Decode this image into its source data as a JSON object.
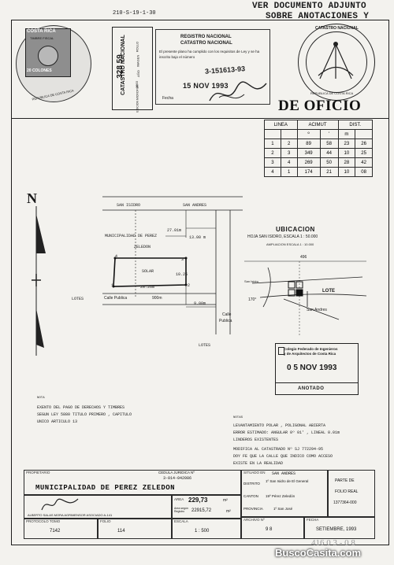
{
  "header": {
    "right_line1": "VER DOCUMENTO ADJUNTO",
    "right_line2": "SOBRE ANOTACIONES Y",
    "file_code": "210-S-19-1-30"
  },
  "stamp_left": {
    "brand": "COSTA RICA",
    "fiscal": "TIMBRE FISCAL",
    "value": "20 COLONES",
    "ring": "REPUBLICA DE COSTA RICA"
  },
  "catastro_box": {
    "title": "CATASTRO NACIONAL",
    "number": "328  59",
    "lines": [
      "ROLLO",
      "IMAGEN",
      "AÑO",
      "1993"
    ],
    "foot": "EDICION MICROFILM"
  },
  "registro_stamp": {
    "line1": "REGISTRO NACIONAL",
    "line2": "CATASTRO NACIONAL",
    "body": "El presente plano ha cumplido con los requisitos de Ley y se ha inscrito bajo el número",
    "number": "3-151613-93",
    "date": "15 NOV 1993",
    "fecha_label": "Fecha"
  },
  "seal_right": {
    "ring": "CATASTRO NACIONAL",
    "inner": "REPUBLICA DE COSTA RICA"
  },
  "de_oficio": "DE OFICIO",
  "acimut_table": {
    "headers": [
      "LINEA",
      "ACIMUT",
      "DIST."
    ],
    "subheaders": [
      "º",
      "'",
      "m"
    ],
    "rows": [
      [
        "1",
        "2",
        "89",
        "58",
        "23",
        "26"
      ],
      [
        "2",
        "3",
        "349",
        "44",
        "10",
        "25"
      ],
      [
        "3",
        "4",
        "269",
        "50",
        "28",
        "42"
      ],
      [
        "4",
        "1",
        "174",
        "21",
        "10",
        "08"
      ]
    ]
  },
  "north": "N",
  "plan": {
    "street_top_left": "SAN ISIDRO",
    "street_top_right": "SAN ANDRES",
    "muni_label": "MUNICIPALIDAD DE PEREZ",
    "zeledon": "ZELEDON",
    "solar": "SOLAR",
    "dist_right_top": "13.00 m",
    "dist_left_side": "27.01m",
    "side_right": "10.25",
    "side_bottom": "28.26m",
    "corners": [
      "1",
      "2",
      "3",
      "4"
    ],
    "lotes_label": "LOTES",
    "calle_publica": "Calle Publica",
    "calle_dist": "900m",
    "dist_bottom_right": "9.00m",
    "calle_vertical_1": "Calle",
    "calle_vertical_2": "Publica",
    "lotes_bottom": "LOTES"
  },
  "ubicacion": {
    "title": "UBICACION",
    "subtitle": "HOJA SAN ISIDRO, ESCALA 1 : 50.000",
    "amp": "AMPLIACION ESCALA 1 : 10.000",
    "num_top": "496",
    "num_left": "170°",
    "lote": "LOTE",
    "san_isidro": "San Isidro",
    "san_andres": "San Andres"
  },
  "colegio_stamp": {
    "line1": "Colegio Federado de Ingenieros",
    "line2": "y de Arquitectos de Costa Rica",
    "date": "0 5 NOV 1993",
    "anotado": "ANOTADO"
  },
  "nota": {
    "title": "NOTA",
    "line1": "EXENTO DEL PAGO DE DERECHOS Y TIMBRES",
    "line2": "SEGUN LEY 5880 TITULO PRIMERO , CAPITULO",
    "line3": "UNICO ARTICULO 13"
  },
  "notas": {
    "title": "NOTAS",
    "line1": "LEVANTAMIENTO POLAR , POLIGONAL ABIERTA",
    "line2": "ERROR ESTIMADO: ANGULAR 0º 01' , LINEAL 0.01m",
    "line3": "LINDEROS EXISTENTES",
    "line4": "MODIFICA AL CATASTRADO Nº SJ 772294-95",
    "line5": "DOY FE QUE LA CALLE QUE INDICO COMO ACCESO",
    "line6": "EXISTE EN LA REALIDAD"
  },
  "bottom": {
    "propietario_label": "PROPIETARIO",
    "cedula_label": "CEDULA JURIDICA Nº",
    "cedula_value": "3-014-042086",
    "owner": "MUNICIPALIDAD  DE  PEREZ  ZELEDON",
    "area_label": "AREA",
    "area_value": "229,73",
    "area_unit": "m²",
    "area_seg": "Area según Registro",
    "area_seg_value": "22915,72",
    "area_seg_unit": "m²",
    "situado_label": "SITUADO EN",
    "situado_value": "SAN ANDRES",
    "distrito_label": "DISTRITO",
    "distrito_value": "1º San Isidro de El General",
    "canton_label": "CANTON",
    "canton_value": "19º Pérez Zeledón",
    "provincia_label": "PROVINCIA",
    "provincia_value": "1º San José",
    "parte_label": "PARTE DE",
    "folio_label": "FOLIO REAL",
    "folio_value": "1377364-000",
    "signer": "ALBERTO SALAS MORA   AGRIMENSOR ASOCIADO   A-141",
    "protocolo_label": "PROTOCOLO TOMO",
    "protocolo_value": "7142",
    "folio2_label": "FOLIO",
    "folio2_value": "114",
    "escala_label": "ESCALA",
    "escala_value": "1 : 500",
    "archivo_label": "ARCHIVO Nº",
    "archivo_value": "9 8",
    "fecha_label": "FECHA",
    "fecha_value": "SETIEMBRE, 1993",
    "handwritten": "416 0 3 - 0 8"
  },
  "watermark": "BuscoCasita.com"
}
